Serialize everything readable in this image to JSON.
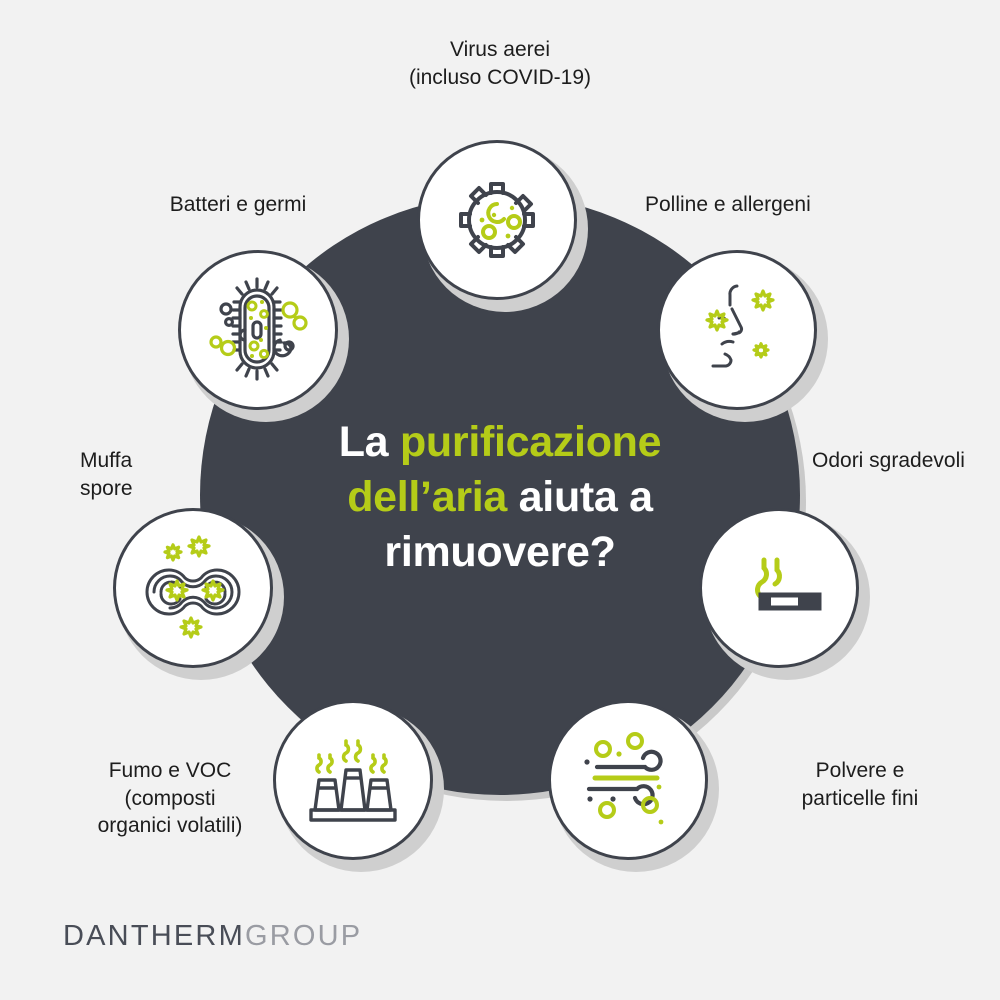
{
  "palette": {
    "background": "#f2f2f2",
    "hub_dark": "#3f434c",
    "accent_green": "#b5cc18",
    "white": "#ffffff",
    "shadow_gray": "#cfcfcf",
    "text_dark": "#1d1d1d",
    "logo_brand": "#494d57",
    "logo_sub": "#9a9ca3"
  },
  "headline": {
    "part1": "La ",
    "part2": "purificazione dell’aria",
    "part3": " aiuta a rimuovere?"
  },
  "nodes": [
    {
      "id": "virus",
      "icon": "virus-icon",
      "label": "Virus aerei\n(incluso COVID-19)"
    },
    {
      "id": "bacteria",
      "icon": "bacteria-icon",
      "label": "Batteri e germi"
    },
    {
      "id": "pollen",
      "icon": "pollen-face-icon",
      "label": "Polline e allergeni"
    },
    {
      "id": "odour",
      "icon": "cigarette-icon",
      "label": "Odori sgradevoli"
    },
    {
      "id": "dust",
      "icon": "wind-dust-icon",
      "label": "Polvere e\nparticelle fini"
    },
    {
      "id": "smoke",
      "icon": "factory-smoke-icon",
      "label": "Fumo e VOC\n(composti\norganici volatili)"
    },
    {
      "id": "mold",
      "icon": "mold-spore-icon",
      "label": "Muffa\nspore"
    }
  ],
  "labels": {
    "virus": "Virus aerei\n(incluso COVID-19)",
    "bacteria": "Batteri e germi",
    "pollen": "Polline e allergeni",
    "odour": "Odori sgradevoli",
    "dust": "Polvere e\nparticelle fini",
    "smoke": "Fumo e VOC\n(composti\norganici volatili)",
    "mold": "Muffa\nspore"
  },
  "logo": {
    "brand": "DANTHERM",
    "sub": "GROUP"
  }
}
